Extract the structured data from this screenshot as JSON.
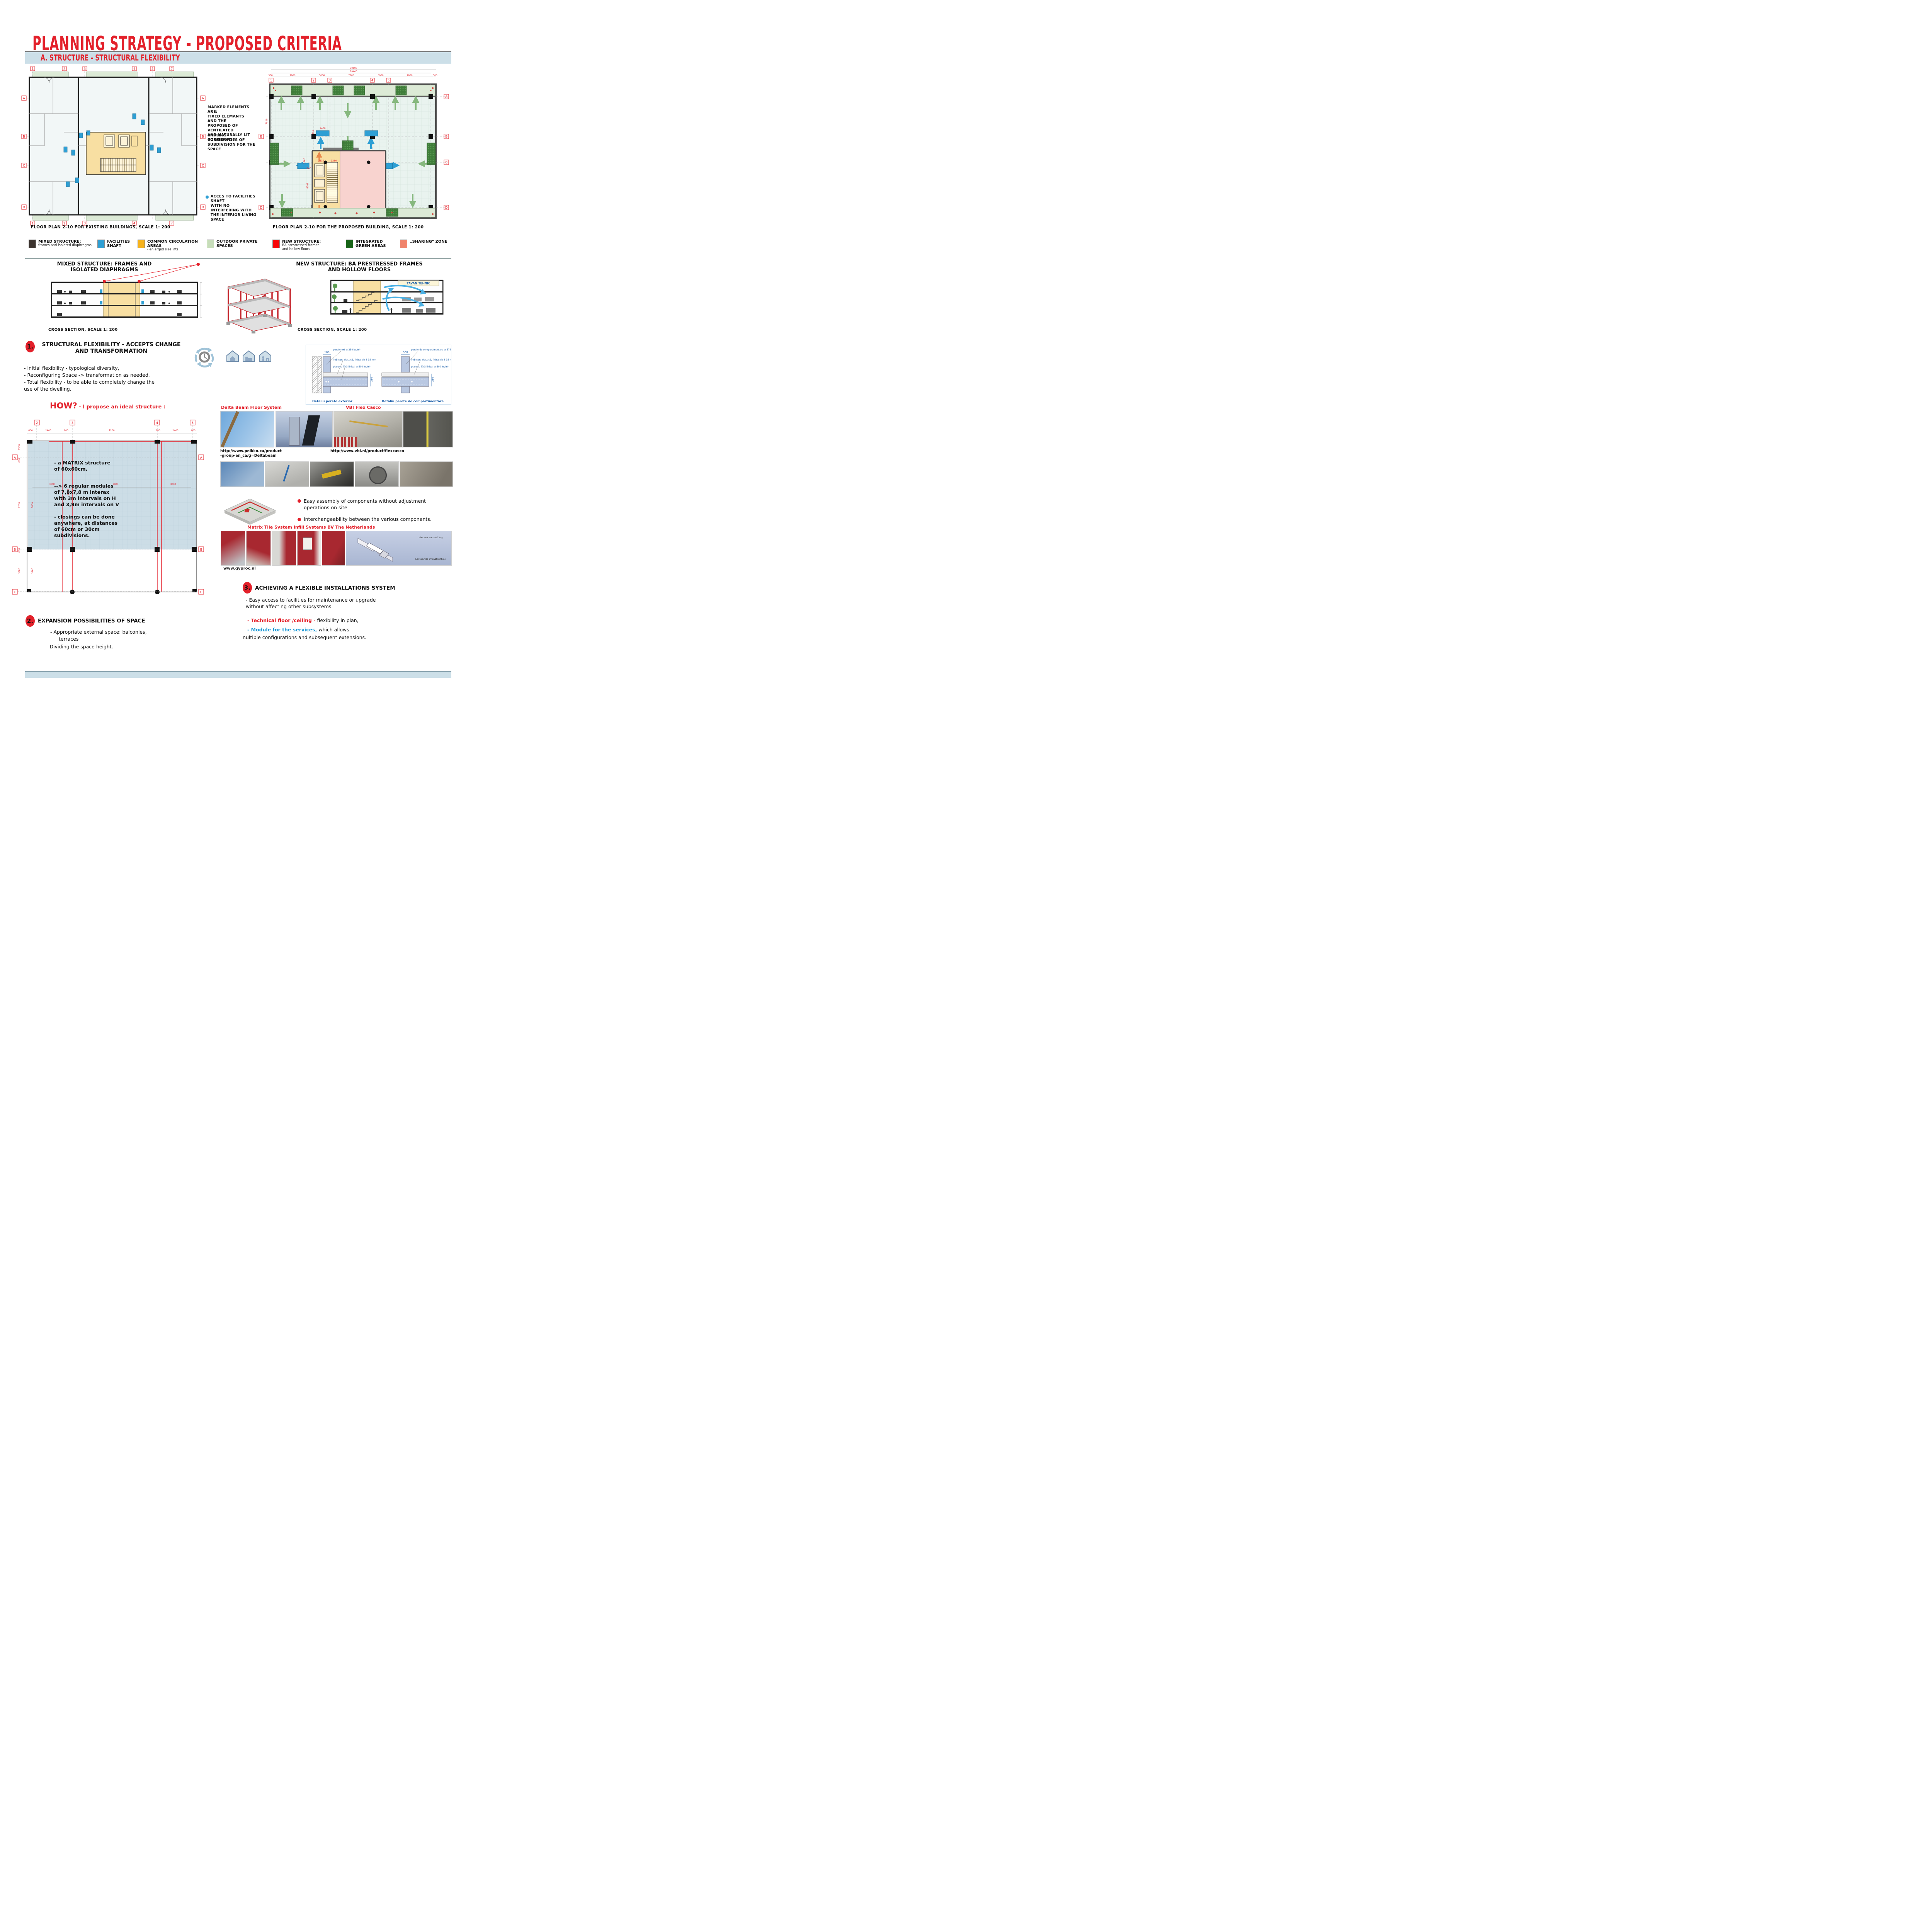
{
  "page": {
    "title": "PLANNING STRATEGY - PROPOSED CRITERIA",
    "section_header": "A. STRUCTURE - STRUCTURAL FLEXIBILITY"
  },
  "plans": {
    "left": {
      "caption": "FLOOR PLAN 2-10 FOR EXISTING BUILDINGS, SCALE 1: 200",
      "annotation1": "MARKED ELEMENTS ARE:\nFIXED ELEMANTS AND THE\nPROPOSED OF VENTILATED\nAND NATURALLY LIT\nCORRIDORS,",
      "annotation2": "ENDLESS POSSIBILITIES OF\nSUBDIVISION FOR THE SPACE",
      "annotation3": "ACCES TO FACILITIES SHAFT\nWITH NO INTERFERING WITH\nTHE INTERIOR LIVING SPACE",
      "grid_numbers": [
        "1",
        "2",
        "3",
        "4",
        "5",
        "7"
      ],
      "grid_letters": [
        "A",
        "B",
        "C",
        "D"
      ]
    },
    "right": {
      "caption": "FLOOR PLAN 2-10 FOR THE PROPOSED BUILDING, SCALE 1: 200",
      "dim_total1": "30600",
      "dim_total2": "29400",
      "dims_segments": [
        "300",
        "7800",
        "3000",
        "7800",
        "3000",
        "7800",
        "300"
      ],
      "dims_inner": {
        "d2400": "2400",
        "d700": "700",
        "d2510": "2510",
        "d1260": "1260",
        "d1200": "1200",
        "d1800": "1800",
        "d4708": "4708",
        "d7800": "7800"
      },
      "grid_numbers": [
        "1",
        "2",
        "3",
        "4",
        "5"
      ],
      "grid_letters": [
        "A",
        "B",
        "C",
        "D"
      ]
    }
  },
  "legend": [
    {
      "label": "MIXED STRUCTURE:",
      "sub": "frames and isolated diaphragms",
      "color": "#3b332e"
    },
    {
      "label": "FACILITIES\nSHAFT",
      "sub": "",
      "color": "#2e9fd4"
    },
    {
      "label": "COMMON CIRCULATION\nAREAS",
      "sub": "- enlarged size lifts",
      "color": "#f7b31c"
    },
    {
      "label": "OUTDOOR PRIVATE\nSPACES",
      "sub": "",
      "color": "#c7ddba"
    },
    {
      "label": "NEW STRUCTURE:",
      "sub": "BA prestressed frames\nand hollow floors",
      "color": "#f90608"
    },
    {
      "label": "INTEGRATED\nGREEN AREAS",
      "sub": "",
      "color": "#176317"
    },
    {
      "label": "„SHARING\" ZONE",
      "sub": "",
      "color": "#f0836b"
    }
  ],
  "sections": {
    "left_heading": "MIXED STRUCTURE: FRAMES AND\nISOLATED DIAPHRAGMS",
    "right_heading": "NEW STRUCTURE: BA PRESTRESSED FRAMES\nAND HOLLOW FLOORS",
    "left_caption": "CROSS SECTION, SCALE 1: 200",
    "right_caption": "CROSS SECTION, SCALE 1: 200",
    "tavan_label": "TAVAN TEHNIC"
  },
  "point1": {
    "num": "1.",
    "heading": "STRUCTURAL FLEXIBILITY - ACCEPTS CHANGE\nAND TRANSFORMATION",
    "bullets": "- Initial flexibility - typological diversity,\n- Reconfiguring Space -> transformation as needed.\n- Total flexibility - to be able to completely change the\nuse of the dwelling."
  },
  "details": {
    "left": {
      "top_dim": "180",
      "l1": "perete ext ≥ 350 kg/m²",
      "l2": "îmbinare elastică, finisaj de 8-35 mm",
      "l3": "planşeu fără finisaj ≥ 500 kg/m²",
      "side_dim": "260",
      "caption": "Detaliu perete exterior"
    },
    "right": {
      "top_dim": "300",
      "l1": "perete de compartimentare  ≥ 575 kg/m²",
      "l2": "îmbinare elastică, finisaj de 8-35 mm",
      "l3": "planşeu fără finisaj  ≥ 500 kg/m²",
      "side_dim": "260",
      "caption": "Detaliu perete de compartimentare"
    }
  },
  "how": {
    "big": "HOW?",
    "rest": " - I propose an ideal structure :"
  },
  "matrix": {
    "grid_numbers": [
      "2",
      "3",
      "4",
      "5"
    ],
    "grid_letters": [
      "A",
      "B",
      "C"
    ],
    "dims_top": [
      "600",
      "2400",
      "600",
      "7200",
      "600",
      "2400",
      "600"
    ],
    "dims_left": [
      "1500",
      "7200",
      "3300"
    ],
    "dims_left_small1": "600",
    "dims_left_small2": "600",
    "dims_inner_rot": [
      "7800",
      "3900"
    ],
    "dims_inner": [
      "3000",
      "1800",
      "7800",
      "3000"
    ],
    "t1": "- a MATRIX structure\nof  60x60cm.",
    "t2": "--> 6 regular modules\nof 7,8x7,8 m interax\nwith 3m intervals on H\nand 3,9m intervals on V",
    "t3": "- closings can be done\nanywhere, at distances\nof 60cm or 30cm\nsubdivisions."
  },
  "products": {
    "delta_title": "Delta Beam Floor System",
    "delta_url": "http://www.peikko.ca/product\n-group-en_ca/g=Deltabeam",
    "vbi_title": "VBI Flex Casco",
    "vbi_url": "http://www.vbi.nl/product/flexcasco"
  },
  "assembly": {
    "b1": "Easy assembly of components without adjustment\noperations on site",
    "b2": "Interchangeability between the various components."
  },
  "tiles": {
    "heading": "Matrix Tile System Infill Systems BV   The Netherlands",
    "gyproc": "www.gyproc.nl",
    "label_top": "nieuwe aansluiting",
    "label_bottom": "bestaande infrastructuur"
  },
  "point3": {
    "num": "3.",
    "heading": "ACHIEVING A FLEXIBLE INSTALLATIONS SYSTEM",
    "para": "- Easy access to facilities for maintenance or upgrade\nwithout affecting other subsystems.",
    "tech_red": "-  Technical floor /ceiling -",
    "tech_black": "  flexibility in plan,",
    "mod_blue": "-  Module for the services,",
    "mod_black": " which allows",
    "last": "nultiple configurations and subsequent extensions."
  },
  "point2": {
    "num": "2.",
    "heading": "EXPANSION POSSIBILITIES OF SPACE",
    "b1": "-   Appropriate external space: balconies,",
    "b1b": "terraces",
    "b2": "- Dividing the space height."
  }
}
